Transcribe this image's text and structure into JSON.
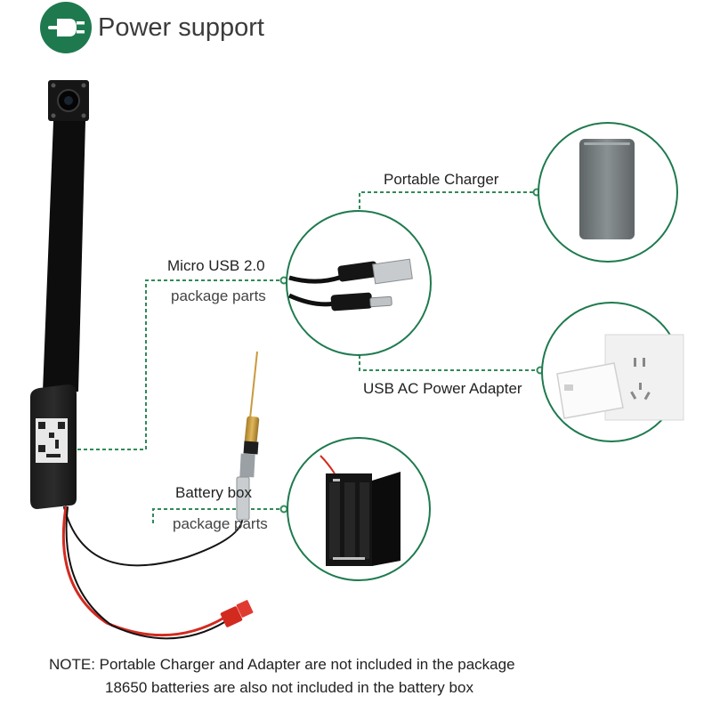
{
  "header": {
    "icon": "power-plug-icon",
    "title": "Power support"
  },
  "connections": {
    "micro_usb": {
      "title": "Micro USB 2.0",
      "subtitle": "package parts"
    },
    "battery_box": {
      "title": "Battery box",
      "subtitle": "package parts"
    },
    "portable_charger": {
      "title": "Portable Charger"
    },
    "usb_ac_adapter": {
      "title": "USB AC Power Adapter"
    }
  },
  "note": {
    "line1": "NOTE: Portable Charger and Adapter are not included in the package",
    "line2": "18650 batteries are also not included in the battery box"
  },
  "colors": {
    "accent": "#1e7a4e",
    "connector": "#2f8a58",
    "cable_red": "#d32a20",
    "cable_black": "#111111"
  }
}
